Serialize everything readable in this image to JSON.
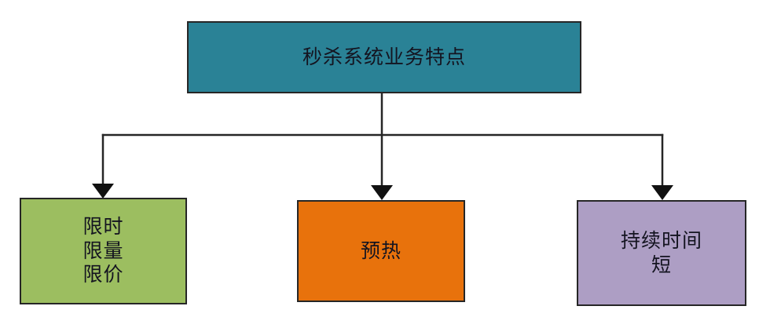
{
  "diagram": {
    "type": "tree",
    "background_color": "#ffffff",
    "edge_color": "#262626",
    "root": {
      "id": "root",
      "label": "秒杀系统业务特点",
      "fill_color": "#2A8296",
      "border_color": "#262626",
      "text_color": "#141420"
    },
    "children": [
      {
        "id": "limit",
        "label": "限时\n限量\n限价",
        "fill_color": "#9CBE60",
        "border_color": "#262626",
        "text_color": "#141420"
      },
      {
        "id": "preheat",
        "label": "预热",
        "fill_color": "#E8720C",
        "border_color": "#262626",
        "text_color": "#141420"
      },
      {
        "id": "duration",
        "label": "持续时间\n短",
        "fill_color": "#AD9EC4",
        "border_color": "#262626",
        "text_color": "#141420"
      }
    ]
  }
}
